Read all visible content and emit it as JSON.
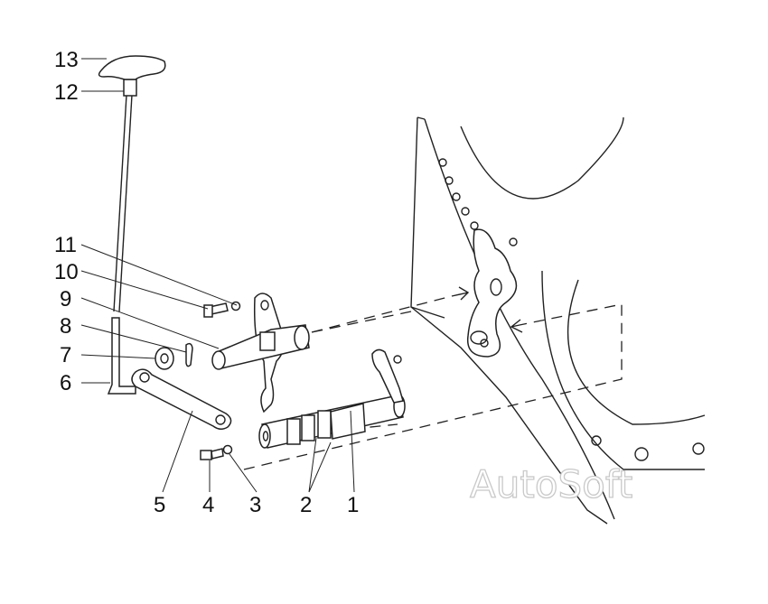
{
  "watermark": "AutoSoft",
  "callouts": [
    {
      "id": "13",
      "text": "13"
    },
    {
      "id": "12",
      "text": "12"
    },
    {
      "id": "11",
      "text": "11"
    },
    {
      "id": "10",
      "text": "10"
    },
    {
      "id": "9",
      "text": "9"
    },
    {
      "id": "8",
      "text": "8"
    },
    {
      "id": "7",
      "text": "7"
    },
    {
      "id": "6",
      "text": "6"
    },
    {
      "id": "5",
      "text": "5"
    },
    {
      "id": "4",
      "text": "4"
    },
    {
      "id": "3",
      "text": "3"
    },
    {
      "id": "2",
      "text": "2"
    },
    {
      "id": "1",
      "text": "1"
    }
  ],
  "colors": {
    "ink": "#222222",
    "paper": "#ffffff",
    "watermark": "#c9c9c9"
  }
}
